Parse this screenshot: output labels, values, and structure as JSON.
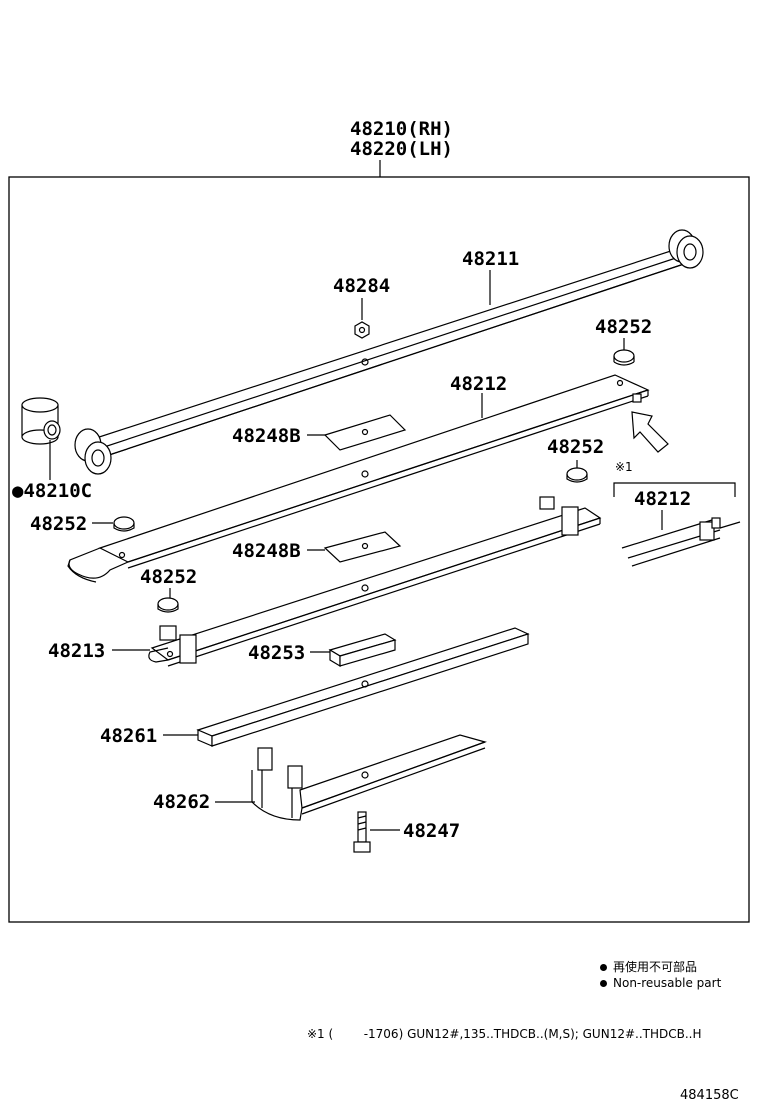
{
  "assembly": {
    "rh": "48210(RH)",
    "lh": "48220(LH)"
  },
  "parts": {
    "p48211": "48211",
    "p48284": "48284",
    "p48252_a": "48252",
    "p48212": "48212",
    "p48248b_a": "48248B",
    "p48210c": "●48210C",
    "p48252_b": "48252",
    "p48252_c": "48252",
    "p48248b_b": "48248B",
    "p48252_d": "48252",
    "p48213": "48213",
    "p48253": "48253",
    "p48261": "48261",
    "p48262": "48262",
    "p48247": "48247",
    "inset_mark": "※1",
    "inset_part": "48212"
  },
  "legend": {
    "jp": "再使用不可部品",
    "en": "Non-reusable part"
  },
  "footnote": "※1 (        -1706) GUN12#,135..THDCB..(M,S); GUN12#..THDCB..H",
  "diagram_code": "484158C"
}
